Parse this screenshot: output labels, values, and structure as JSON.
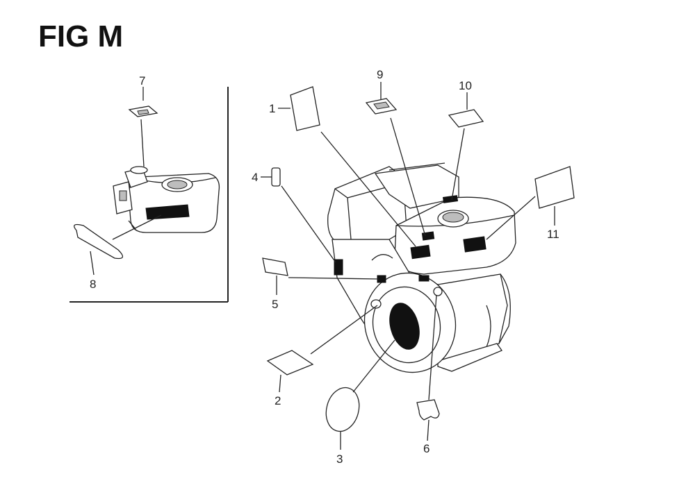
{
  "figure": {
    "title": "FIG M"
  },
  "callouts": [
    {
      "id": "1",
      "label": "1"
    },
    {
      "id": "2",
      "label": "2"
    },
    {
      "id": "3",
      "label": "3"
    },
    {
      "id": "4",
      "label": "4"
    },
    {
      "id": "5",
      "label": "5"
    },
    {
      "id": "6",
      "label": "6"
    },
    {
      "id": "7",
      "label": "7"
    },
    {
      "id": "8",
      "label": "8"
    },
    {
      "id": "9",
      "label": "9"
    },
    {
      "id": "10",
      "label": "10"
    },
    {
      "id": "11",
      "label": "11"
    }
  ]
}
